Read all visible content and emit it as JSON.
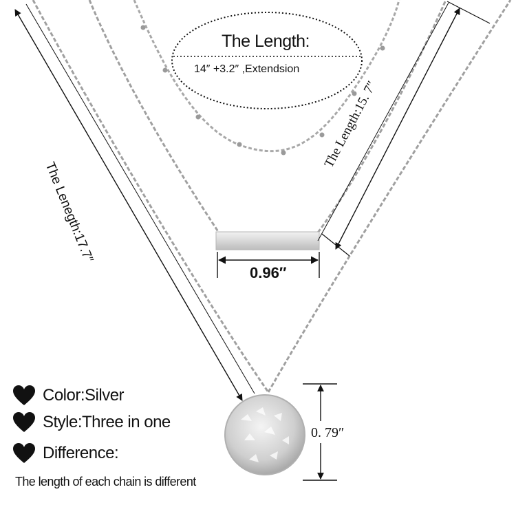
{
  "chain_1": {
    "label_title": "The Length:",
    "label_detail": "14″  +3.2″  ,Extendsion"
  },
  "chain_2": {
    "length_label": "The Length:15. 7″",
    "bar_width": "0.96″"
  },
  "chain_3": {
    "length_label": "The Lenegth:17.7″",
    "disc_diameter": "0. 79″"
  },
  "specs": {
    "items": [
      {
        "label": "Color:Silver",
        "icon": "heart-icon"
      },
      {
        "label": "Style:Three in one",
        "icon": "heart-icon"
      },
      {
        "label": "Difference:",
        "icon": "heart-icon"
      }
    ],
    "note": "The length of each chain is different"
  },
  "colors": {
    "background": "#ffffff",
    "chain": "#9a9a9a",
    "text": "#111111"
  }
}
